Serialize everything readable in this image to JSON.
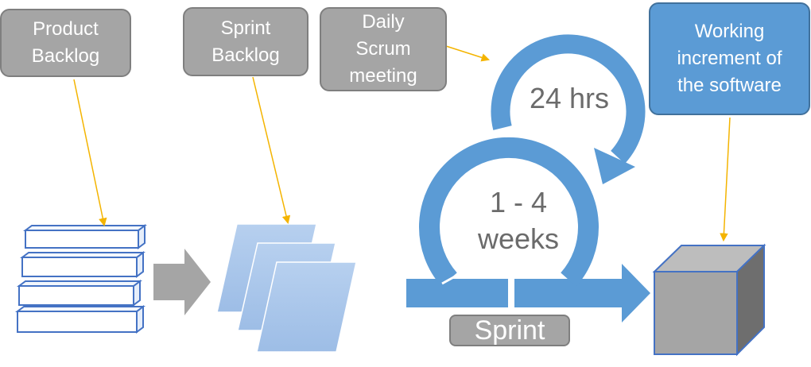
{
  "labels": {
    "product_backlog": "Product\nBacklog",
    "sprint_backlog": "Sprint\nBacklog",
    "daily_scrum": "Daily\nScrum\nmeeting",
    "working_increment": "Working\nincrement of\nthe software",
    "daily_cycle": "24 hrs",
    "sprint_cycle": "1 - 4\nweeks",
    "sprint": "Sprint"
  },
  "colors": {
    "blue": "#5b9bd5",
    "blue_dark": "#41719c",
    "gray": "#a5a5a5",
    "gray_dark": "#7f7f7f",
    "connector": "#f4b400",
    "light_blue": "#a9c5ea"
  }
}
